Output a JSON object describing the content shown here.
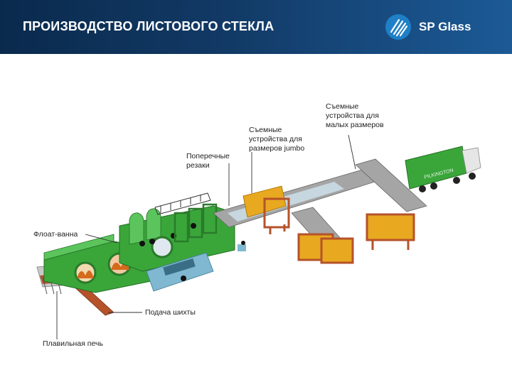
{
  "header": {
    "title": "ПРОИЗВОДСТВО ЛИСТОВОГО СТЕКЛА",
    "logo_text": "SP Glass",
    "logo_icon": "sp-glass-stripes-icon"
  },
  "colors": {
    "header_dark": "#0a2a4d",
    "header_light": "#1c5a96",
    "logo_blue": "#1f7fc7",
    "machine_green": "#3aa63a",
    "machine_green_dark": "#2a7a2a",
    "conveyor_grey": "#9a9a9a",
    "furnace_orange": "#d46a1c",
    "rack_brown": "#b5522a",
    "rack_yellow": "#e8a820",
    "control_teal": "#7fb8d0"
  },
  "labels": {
    "cross_cutters": "Поперечные\nрезаки",
    "jumbo_unloaders": "Съемные\nустройства для\nразмеров jumbo",
    "small_unloaders": "Съемные\nустройства для\nмалых размеров",
    "float_bath": "Флоат-ванна",
    "batch_feed": "Подача шихты",
    "melting_furnace": "Плавильная печь"
  },
  "truck": {
    "brand": "PILKINGTON"
  }
}
